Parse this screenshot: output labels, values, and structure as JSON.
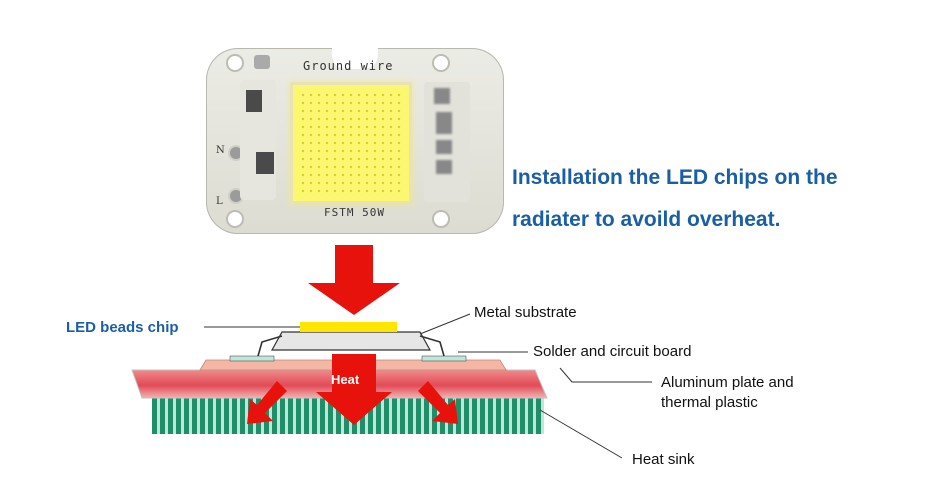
{
  "board": {
    "top_label": "Ground wire",
    "bottom_label": "FSTM 50W",
    "pin_n": "N",
    "pin_l": "L"
  },
  "heading": {
    "line1": "Installation the LED chips on the",
    "line2": "radiater to avoild overheat."
  },
  "diagram": {
    "led_beads_chip": "LED beads chip",
    "metal_substrate": "Metal substrate",
    "solder_circuit": "Solder and circuit board",
    "aluminum_line1": "Aluminum plate and",
    "aluminum_line2": "thermal plastic",
    "heat_sink": "Heat sink",
    "heat_arrow": "Heat"
  },
  "colors": {
    "heading_blue": "#1a5fa4",
    "arrow_red": "#e8120c",
    "chip_yellow": "#ffe600",
    "heatsink_green": "#1f8f6a"
  }
}
